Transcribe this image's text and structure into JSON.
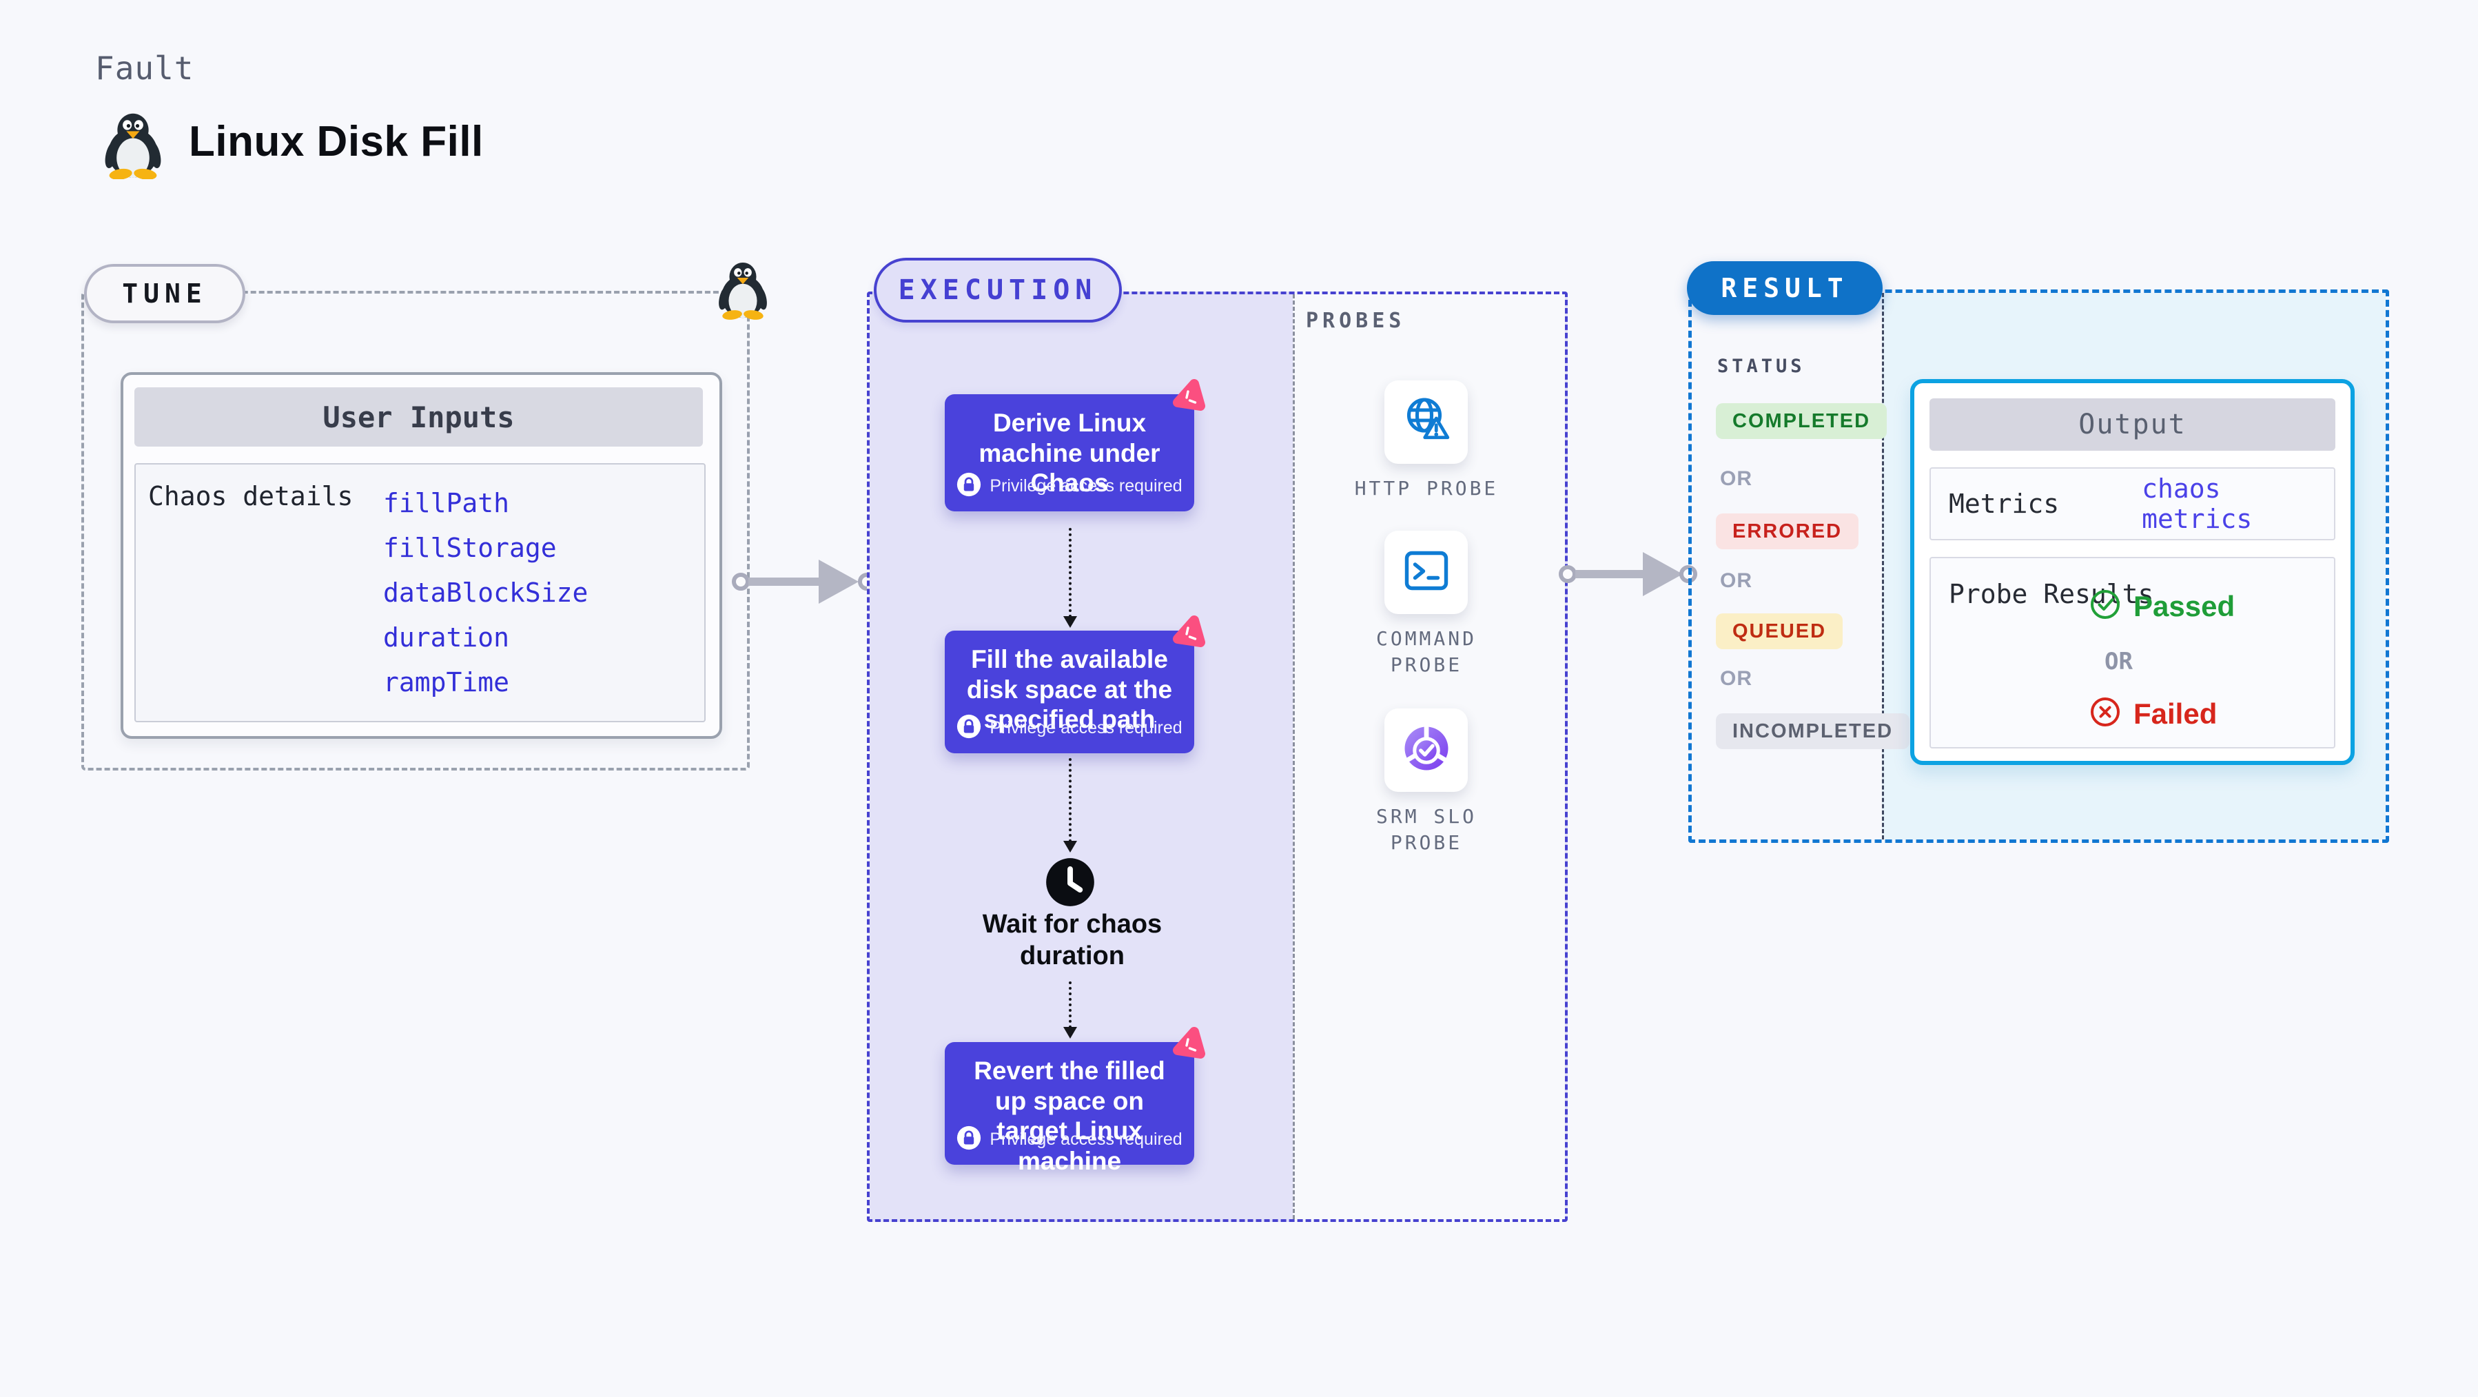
{
  "header": {
    "kicker": "Fault",
    "title": "Linux Disk Fill"
  },
  "tune": {
    "badge": "TUNE",
    "card_title": "User Inputs",
    "row_label": "Chaos details",
    "params": [
      "fillPath",
      "fillStorage",
      "dataBlockSize",
      "duration",
      "rampTime"
    ]
  },
  "execution": {
    "badge": "EXECUTION",
    "privilege_note": "Privilege access required",
    "wait_label": "Wait for chaos duration",
    "steps": [
      {
        "title": "Derive Linux machine under Chaos"
      },
      {
        "title": "Fill the available disk space at the specified path"
      },
      {
        "title": "Revert the filled up space on target Linux machine"
      }
    ]
  },
  "probes": {
    "label": "PROBES",
    "items": [
      {
        "label": "HTTP PROBE",
        "icon": "globe-alert-icon"
      },
      {
        "label": "COMMAND PROBE",
        "icon": "terminal-icon"
      },
      {
        "label": "SRM SLO PROBE",
        "icon": "slo-pie-check-icon"
      }
    ]
  },
  "result": {
    "badge": "RESULT",
    "status_label": "STATUS",
    "or_label": "OR",
    "statuses": [
      {
        "label": "COMPLETED",
        "text_color": "#157a2b",
        "bg": "#d8efd5"
      },
      {
        "label": "ERRORED",
        "text_color": "#c7211c",
        "bg": "#fae3e3"
      },
      {
        "label": "QUEUED",
        "text_color": "#bf2c12",
        "bg": "#fbefc6"
      },
      {
        "label": "INCOMPLETED",
        "text_color": "#5c6170",
        "bg": "#e6e7ee"
      }
    ],
    "output": {
      "title": "Output",
      "metrics_label": "Metrics",
      "metrics_value": "chaos metrics",
      "probe_results_label": "Probe Results",
      "passed": "Passed",
      "failed": "Failed"
    }
  },
  "colors": {
    "page_bg": "#f7f8fc",
    "card_indigo": "#4a42dc",
    "execution_border": "#4742d0",
    "execution_bg": "#e3e2f8",
    "tune_border": "#9aa1ae",
    "result_blue": "#0f72c8",
    "result_dash": "#1177d2",
    "output_border": "#0ca2e2",
    "output_bg": "#e7f4fb",
    "pink_badge": "#fb4f80",
    "param_blue": "#332fd8",
    "probe_icon_blue": "#0f7cd4",
    "passed_green": "#1f9d38",
    "failed_red": "#d7261c",
    "arrow_gray": "#b4b6c4"
  }
}
